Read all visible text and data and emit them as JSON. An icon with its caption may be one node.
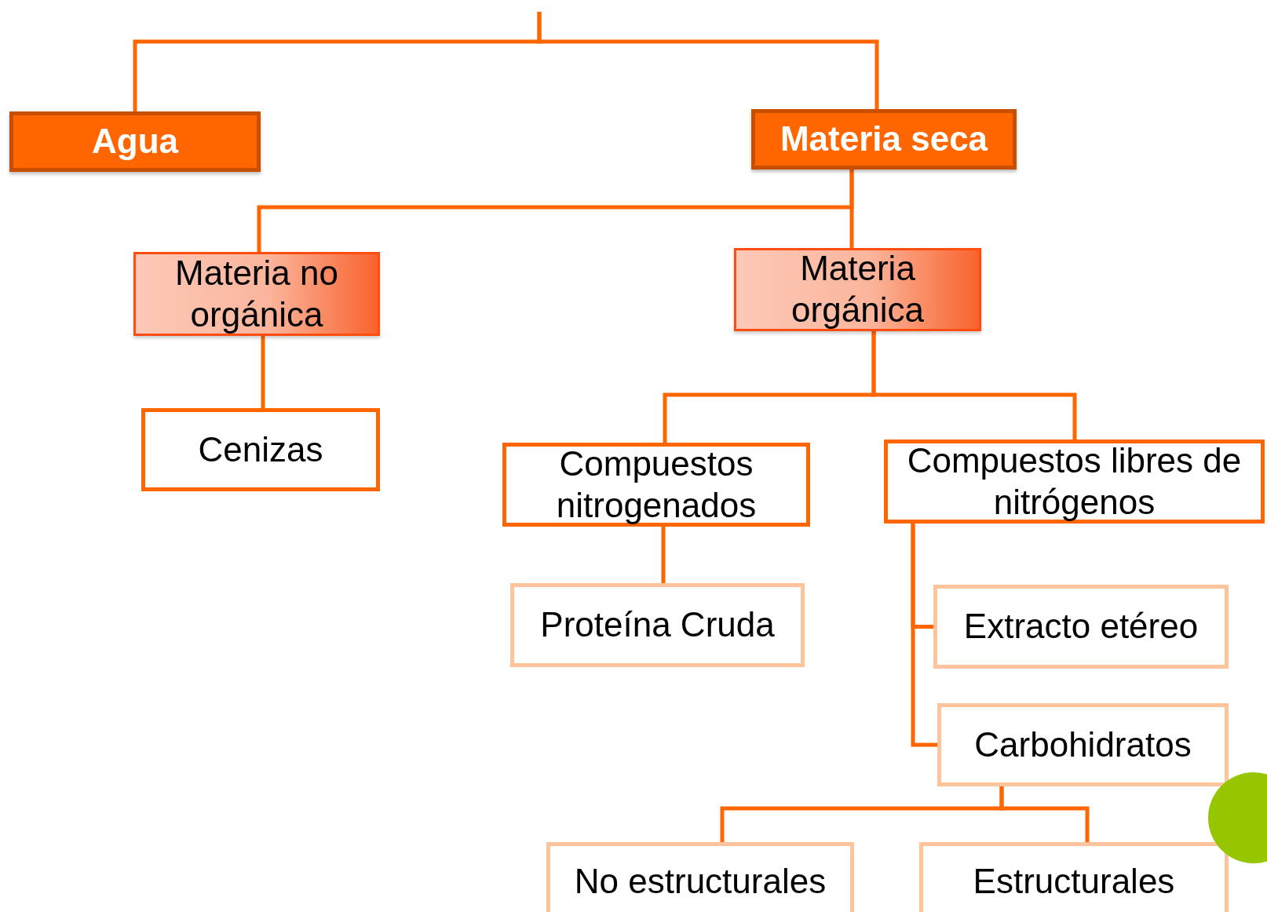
{
  "diagram": {
    "nodes": [
      {
        "text": [
          "Agua"
        ]
      },
      {
        "text": [
          "Materia seca"
        ]
      },
      {
        "text": [
          "Materia no orgánica"
        ]
      },
      {
        "text": [
          "Materia orgánica"
        ]
      },
      {
        "text": [
          "Cenizas"
        ]
      },
      {
        "text": [
          "Compuestos nitrogenados"
        ]
      },
      {
        "text": [
          "Compuestos libres de  nitrógenos"
        ]
      },
      {
        "text": [
          "Proteína Cruda"
        ]
      },
      {
        "text": [
          "Extracto etéreo"
        ]
      },
      {
        "text": [
          "Carbohidratos"
        ]
      },
      {
        "text": [
          "No estructurales"
        ]
      },
      {
        "text": [
          "Estructurales"
        ]
      }
    ],
    "edges": [
      {
        "from": null,
        "to": 0,
        "arrow": "none"
      },
      {
        "from": null,
        "to": 1,
        "arrow": "none"
      },
      {
        "from": 1,
        "to": 2,
        "arrow": "none"
      },
      {
        "from": 1,
        "to": 3,
        "arrow": "none"
      },
      {
        "from": 2,
        "to": 4,
        "arrow": "none"
      },
      {
        "from": 3,
        "to": 5,
        "arrow": "none"
      },
      {
        "from": 3,
        "to": 6,
        "arrow": "none"
      },
      {
        "from": 5,
        "to": 7,
        "arrow": "none"
      },
      {
        "from": 6,
        "to": 8,
        "arrow": "none"
      },
      {
        "from": 6,
        "to": 9,
        "arrow": "none"
      },
      {
        "from": 9,
        "to": 10,
        "arrow": "none"
      },
      {
        "from": 9,
        "to": 11,
        "arrow": "none"
      }
    ]
  }
}
